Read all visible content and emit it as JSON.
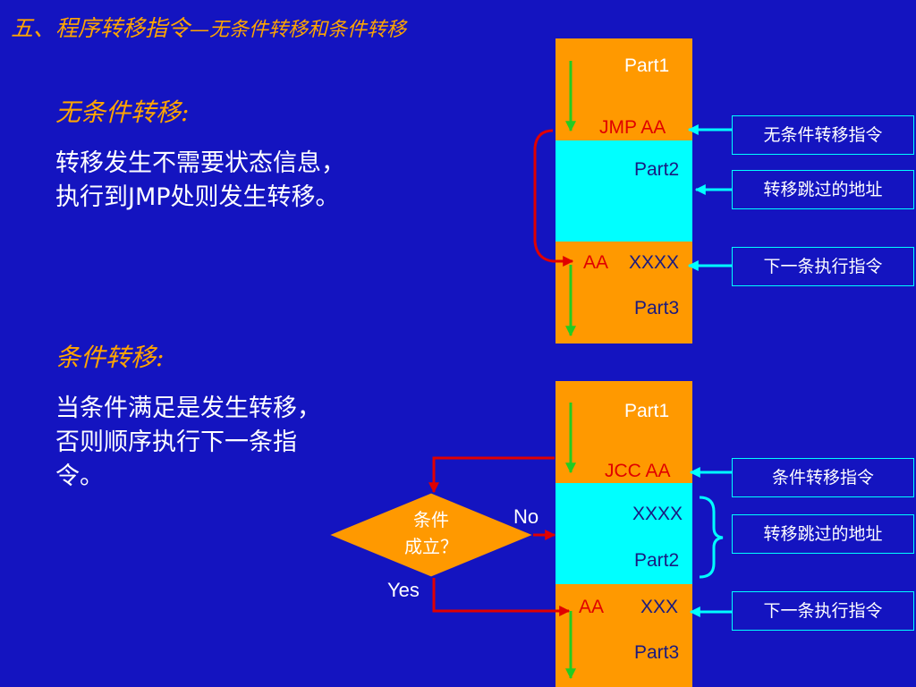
{
  "title": {
    "main": "五、程序转移指令",
    "dash": "—",
    "sub": "无条件转移和条件转移"
  },
  "unconditional": {
    "heading": "无条件转移:",
    "lines": [
      "转移发生不需要状态信息，",
      "执行到JMP处则发生转移。"
    ],
    "part1": "Part1",
    "instr": "JMP AA",
    "part2": "Part2",
    "aa": "AA",
    "target_instr": "XXXX",
    "part3": "Part3",
    "box_instr": "无条件转移指令",
    "box_skip": "转移跳过的地址",
    "box_next": "下一条执行指令"
  },
  "conditional": {
    "heading": "条件转移:",
    "lines": [
      "当条件满足是发生转移，",
      "否则顺序执行下一条指",
      "令。"
    ],
    "part1": "Part1",
    "instr": "JCC AA",
    "skip_instr": "XXXX",
    "part2": "Part2",
    "aa": "AA",
    "target_instr": "XXX",
    "part3": "Part3",
    "decision_line1": "条件",
    "decision_line2": "成立？",
    "no_label": "No",
    "yes_label": "Yes",
    "box_instr": "条件转移指令",
    "box_skip": "转移跳过的地址",
    "box_next": "下一条执行指令"
  },
  "colors": {
    "background": "#1414c0",
    "orange": "#ff9900",
    "cyan": "#00ffff",
    "red": "#e00000",
    "green": "#22cc22"
  }
}
